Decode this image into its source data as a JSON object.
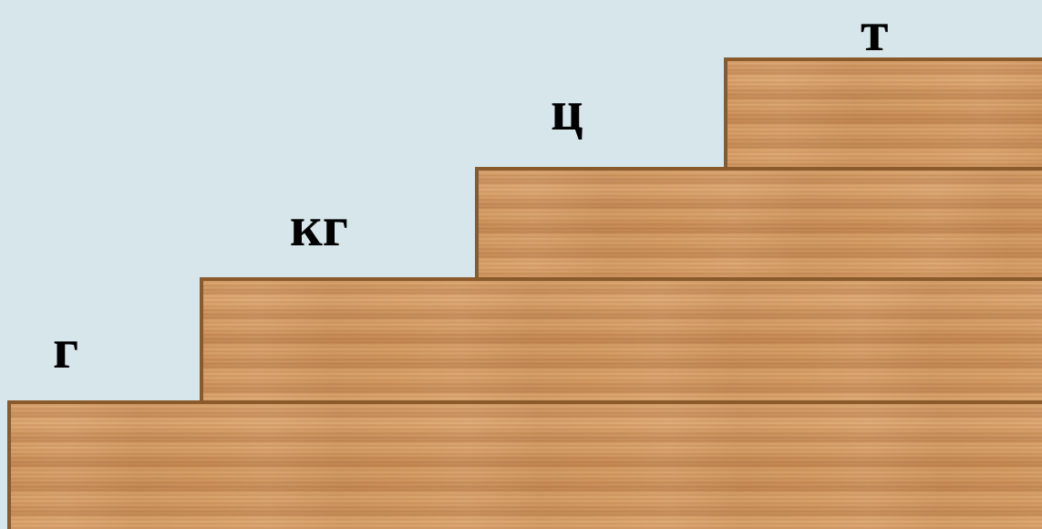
{
  "steps": [
    {
      "label": "г"
    },
    {
      "label": "кг"
    },
    {
      "label": "ц"
    },
    {
      "label": "т"
    }
  ],
  "colors": {
    "background": "#d6e6ea",
    "wood": "#d9a06a",
    "wood_edge": "#8a5a2b",
    "label_text": "#000000"
  }
}
